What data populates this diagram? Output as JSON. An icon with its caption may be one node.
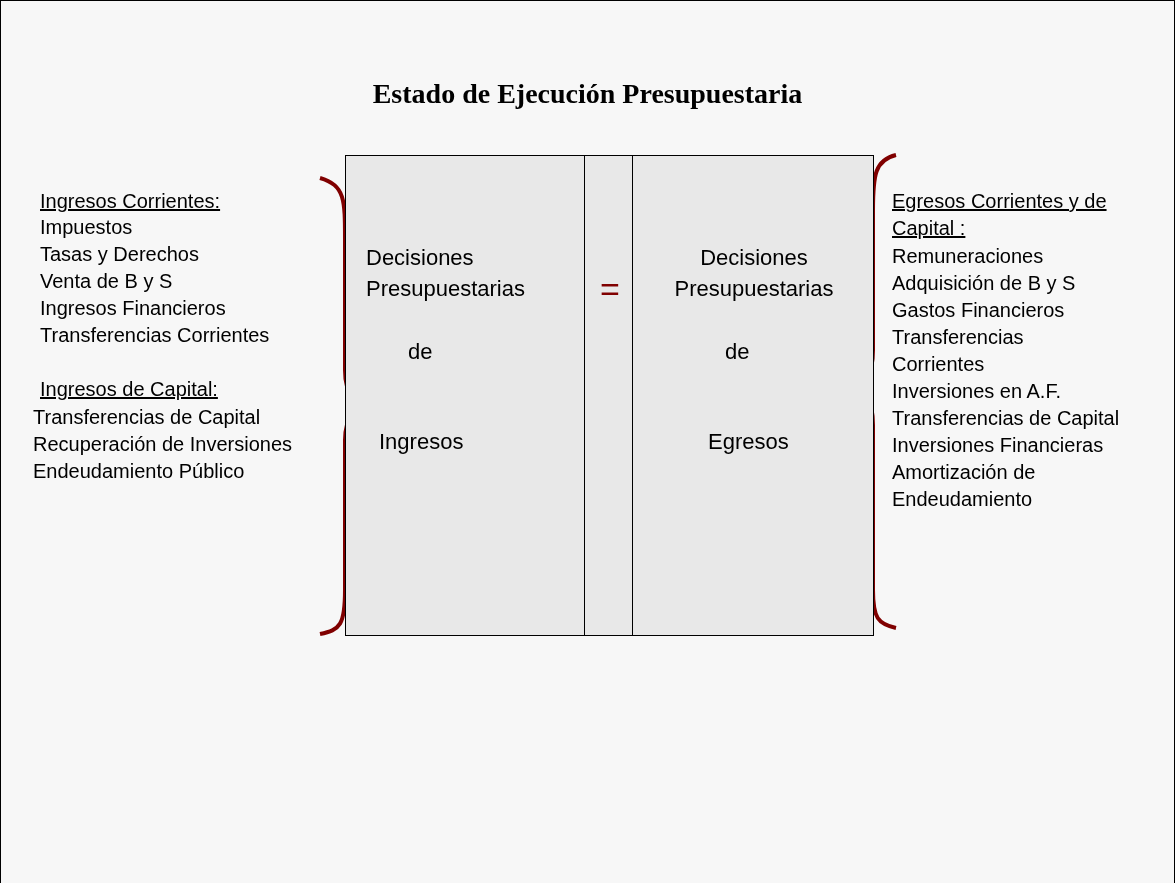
{
  "diagram": {
    "title": "Estado de Ejecución Presupuestaria",
    "nodes": [
      {
        "text": [
          "Decisiones Presupuestarias",
          "de",
          "Ingresos"
        ]
      },
      {
        "text": [
          "="
        ]
      },
      {
        "text": [
          "Decisiones Presupuestarias",
          "de",
          "Egresos"
        ]
      }
    ],
    "edges": [],
    "labels": [
      "Ingresos Corrientes:",
      "Impuestos",
      "Tasas y Derechos",
      "Venta de B y S",
      "Ingresos Financieros",
      "Transferencias Corrientes",
      "Ingresos de Capital:",
      "Transferencias de Capital",
      "Recuperación de Inversiones",
      "Endeudamiento Público",
      "Egresos Corrientes y de Capital :",
      "Remuneraciones",
      "Adquisición de B y S",
      "Gastos Financieros",
      "Transferencias Corrientes",
      "Inversiones en A.F.",
      "Transferencias de Capital",
      "Inversiones Financieras",
      "Amortización de Endeudamiento"
    ]
  }
}
